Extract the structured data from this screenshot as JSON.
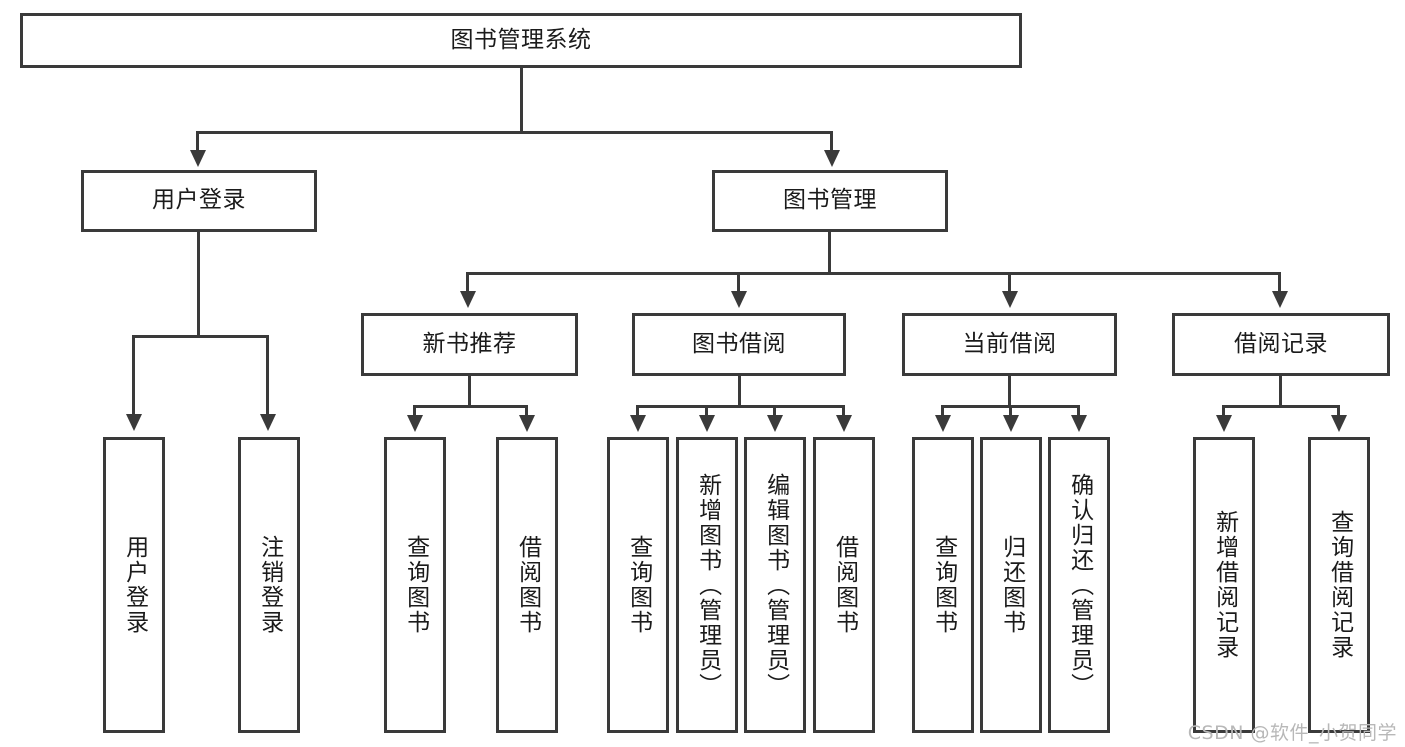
{
  "diagram": {
    "title": "图书管理系统",
    "type": "tree",
    "root": {
      "label": "图书管理系统"
    },
    "level1": [
      {
        "label": "用户登录"
      },
      {
        "label": "图书管理"
      }
    ],
    "level2": [
      {
        "label": "新书推荐"
      },
      {
        "label": "图书借阅"
      },
      {
        "label": "当前借阅"
      },
      {
        "label": "借阅记录"
      }
    ],
    "leaves": {
      "user_login": [
        {
          "label": "用户登录"
        },
        {
          "label": "注销登录"
        }
      ],
      "new_book_recommend": [
        {
          "label": "查询图书"
        },
        {
          "label": "借阅图书"
        }
      ],
      "book_borrow": [
        {
          "label": "查询图书"
        },
        {
          "label": "新增图书（管理员）"
        },
        {
          "label": "编辑图书（管理员）"
        },
        {
          "label": "借阅图书"
        }
      ],
      "current_borrow": [
        {
          "label": "查询图书"
        },
        {
          "label": "归还图书"
        },
        {
          "label": "确认归还（管理员）"
        }
      ],
      "borrow_record": [
        {
          "label": "新增借阅记录"
        },
        {
          "label": "查询借阅记录"
        }
      ]
    }
  },
  "watermark": {
    "text": "CSDN @软件_小贺同学"
  },
  "colors": {
    "stroke": "#3a3a3a",
    "text": "#1b1b1b",
    "background": "#ffffff",
    "watermark": "#b8b8b8"
  }
}
